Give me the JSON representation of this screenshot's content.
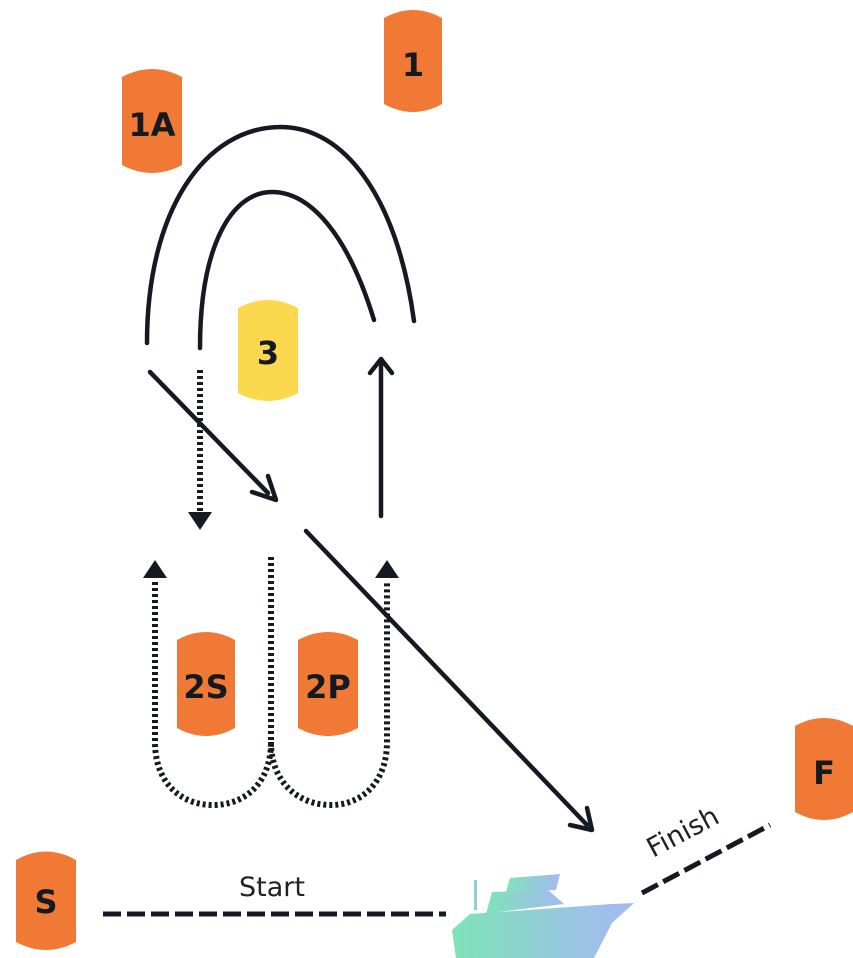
{
  "buoys": {
    "b1": {
      "label": "1",
      "color": "#F07A35",
      "label_color": "#151a22"
    },
    "b1a": {
      "label": "1A",
      "color": "#F07A35",
      "label_color": "#151a22"
    },
    "b3": {
      "label": "3",
      "color": "#FCD84F",
      "label_color": "#151a22"
    },
    "b2s": {
      "label": "2S",
      "color": "#F07A35",
      "label_color": "#151a22"
    },
    "b2p": {
      "label": "2P",
      "color": "#F07A35",
      "label_color": "#151a22"
    },
    "bs": {
      "label": "S",
      "color": "#F07A35",
      "label_color": "#151a22"
    },
    "bf": {
      "label": "F",
      "color": "#F07A35",
      "label_color": "#151a22"
    }
  },
  "lines": {
    "start_label": "Start",
    "finish_label": "Finish"
  },
  "colors": {
    "path": "#151a22",
    "boat_gradient_start": "#7fe3b8",
    "boat_gradient_end": "#a5b8f5"
  },
  "icons": {
    "boat": "motor-boat-icon"
  }
}
